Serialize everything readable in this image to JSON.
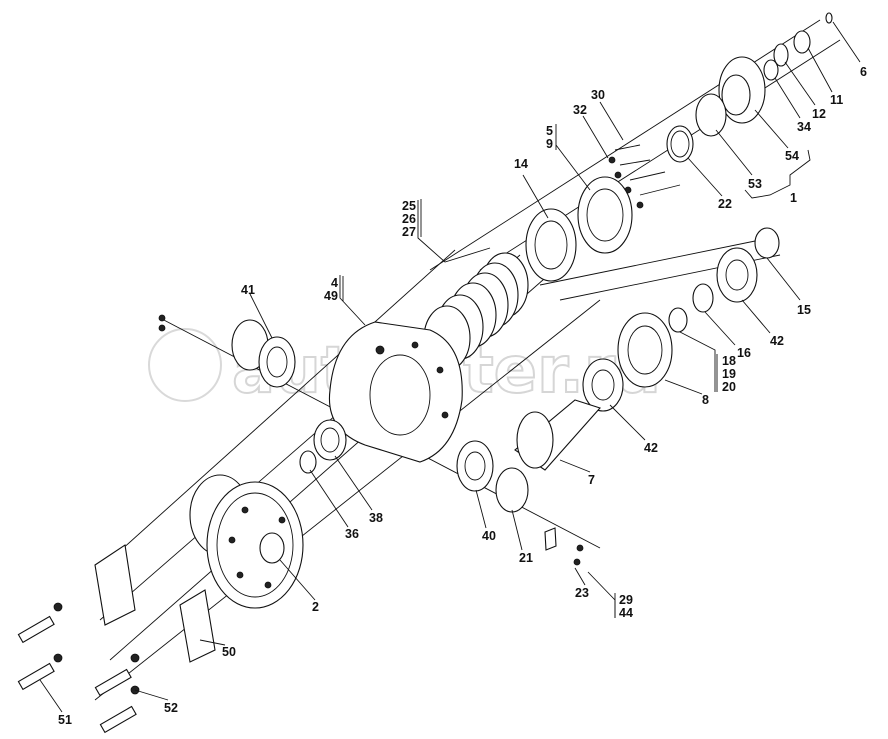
{
  "watermark": "autopiter.ru",
  "callouts": [
    {
      "id": "6",
      "text": "6"
    },
    {
      "id": "11",
      "text": "11"
    },
    {
      "id": "12",
      "text": "12"
    },
    {
      "id": "34",
      "text": "34"
    },
    {
      "id": "54",
      "text": "54"
    },
    {
      "id": "53",
      "text": "53"
    },
    {
      "id": "22",
      "text": "22"
    },
    {
      "id": "1",
      "text": "1"
    },
    {
      "id": "30",
      "text": "30"
    },
    {
      "id": "32",
      "text": "32"
    },
    {
      "id": "5",
      "text": "5"
    },
    {
      "id": "9",
      "text": "9"
    },
    {
      "id": "14",
      "text": "14"
    },
    {
      "id": "25",
      "text": "25"
    },
    {
      "id": "26",
      "text": "26"
    },
    {
      "id": "27",
      "text": "27"
    },
    {
      "id": "4",
      "text": "4"
    },
    {
      "id": "49",
      "text": "49"
    },
    {
      "id": "41",
      "text": "41"
    },
    {
      "id": "15",
      "text": "15"
    },
    {
      "id": "42a",
      "text": "42"
    },
    {
      "id": "16",
      "text": "16"
    },
    {
      "id": "18",
      "text": "18"
    },
    {
      "id": "19",
      "text": "19"
    },
    {
      "id": "20",
      "text": "20"
    },
    {
      "id": "8",
      "text": "8"
    },
    {
      "id": "42b",
      "text": "42"
    },
    {
      "id": "7",
      "text": "7"
    },
    {
      "id": "36",
      "text": "36"
    },
    {
      "id": "38",
      "text": "38"
    },
    {
      "id": "40",
      "text": "40"
    },
    {
      "id": "21",
      "text": "21"
    },
    {
      "id": "23",
      "text": "23"
    },
    {
      "id": "29",
      "text": "29"
    },
    {
      "id": "44",
      "text": "44"
    },
    {
      "id": "2",
      "text": "2"
    },
    {
      "id": "50",
      "text": "50"
    },
    {
      "id": "51",
      "text": "51"
    },
    {
      "id": "52",
      "text": "52"
    }
  ]
}
